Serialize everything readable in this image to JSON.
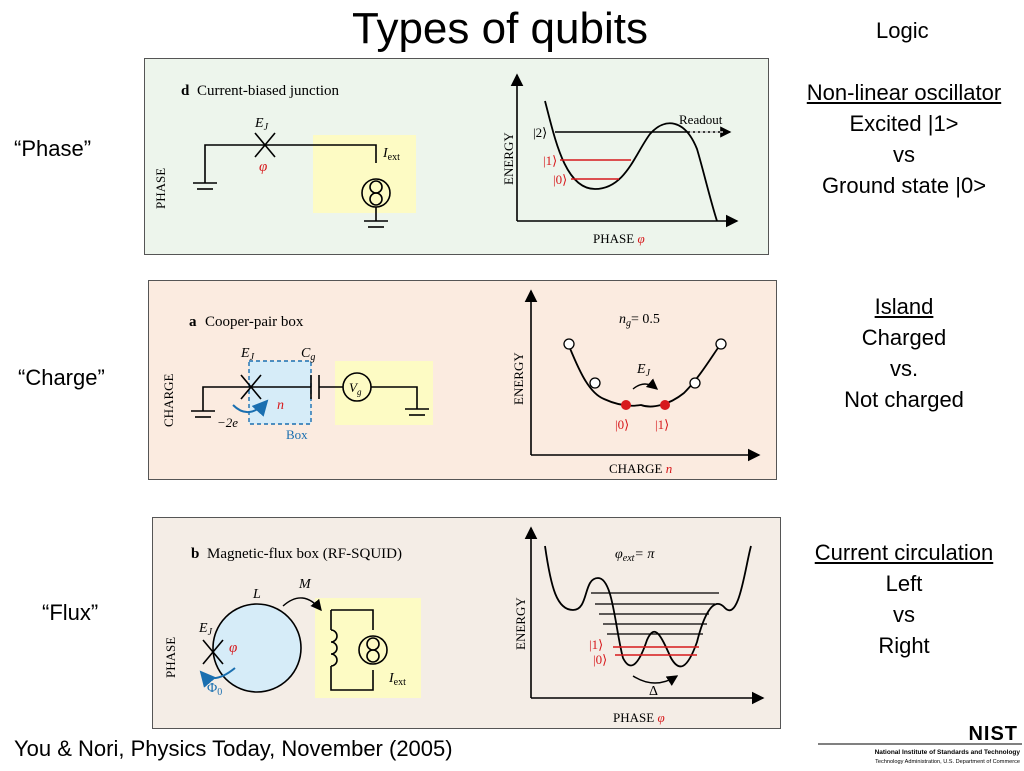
{
  "slide": {
    "title": "Types of qubits",
    "logic_header": "Logic",
    "citation": "You & Nori, Physics Today, November (2005)"
  },
  "rows": [
    {
      "label": "“Phase”",
      "panel_title_letter": "d",
      "panel_title": "Current-biased junction",
      "circuit_axis": "PHASE",
      "ej_label": "E",
      "ej_sub": "J",
      "phi_label": "φ",
      "iext_label": "I",
      "iext_sub": "ext",
      "energy_label": "ENERGY",
      "x_axis_label": "PHASE",
      "x_axis_symbol": "φ",
      "readout_label": "Readout",
      "levels": [
        "|2⟩",
        "|1⟩",
        "|0⟩"
      ],
      "logic": {
        "heading": "Non-linear oscillator",
        "lines": [
          "Excited |1>",
          "vs",
          "Ground state |0>"
        ]
      }
    },
    {
      "label": "“Charge”",
      "panel_title_letter": "a",
      "panel_title": "Cooper-pair box",
      "circuit_axis": "CHARGE",
      "ej_label": "E",
      "ej_sub": "J",
      "cg_label": "C",
      "cg_sub": "g",
      "vg_label": "V",
      "vg_sub": "g",
      "n_label": "n",
      "charge_label": "−2e",
      "box_label": "Box",
      "energy_label": "ENERGY",
      "x_axis_label": "CHARGE",
      "x_axis_symbol": "n",
      "ng_label": "n",
      "ng_sub": "g",
      "ng_value": "= 0.5",
      "ej_graph_label": "E",
      "ej_graph_sub": "J",
      "levels": [
        "|0⟩",
        "|1⟩"
      ],
      "logic": {
        "heading": "Island",
        "lines": [
          "Charged",
          "vs.",
          "Not charged"
        ]
      }
    },
    {
      "label": "“Flux”",
      "panel_title_letter": "b",
      "panel_title": "Magnetic-flux box (RF-SQUID)",
      "circuit_axis": "PHASE",
      "l_label": "L",
      "m_label": "M",
      "ej_label": "E",
      "ej_sub": "J",
      "phi_label": "φ",
      "phi0_label": "Φ",
      "phi0_sub": "0",
      "iext_label": "I",
      "iext_sub": "ext",
      "energy_label": "ENERGY",
      "x_axis_label": "PHASE",
      "x_axis_symbol": "φ",
      "phiext_label": "φ",
      "phiext_sub": "ext",
      "phiext_value": "= π",
      "delta_label": "Δ",
      "levels": [
        "|1⟩",
        "|0⟩"
      ],
      "logic": {
        "heading": "Current circulation",
        "lines": [
          "Left",
          "vs",
          "Right"
        ]
      }
    }
  ],
  "nist": {
    "logo_text": "NIST",
    "line1": "National Institute of Standards and Technology",
    "line2": "Technology Administration, U.S. Department of Commerce"
  },
  "colors": {
    "panel1_bg": "#edf5ec",
    "panel2_bg": "#fbebe0",
    "panel3_bg": "#f4ede6",
    "yellow_box": "#fdfbc4",
    "blue_fill": "#d6ecf8",
    "red": "#d7191c",
    "blue": "#1a6fb0"
  }
}
